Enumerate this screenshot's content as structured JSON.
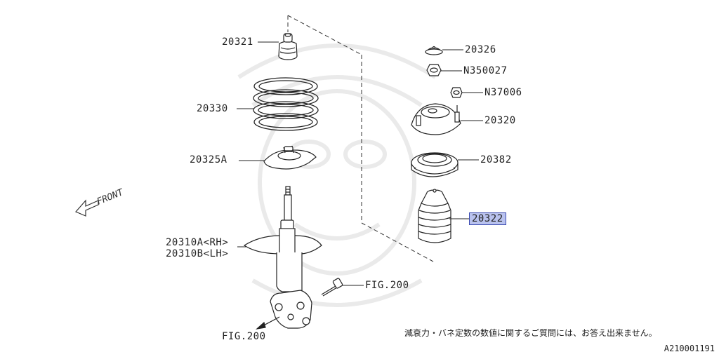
{
  "labels": {
    "p20321": "20321",
    "p20330": "20330",
    "p20325a": "20325A",
    "p20310a": "20310A<RH>",
    "p20310b": "20310B<LH>",
    "fig200_bolt": "FIG.200",
    "fig200_bottom": "FIG.200",
    "p20326": "20326",
    "pn350027": "N350027",
    "pn37006": "N37006",
    "p20320": "20320",
    "p20382": "20382",
    "p20322": "20322",
    "front": "FRONT"
  },
  "highlight": {
    "part": "20322",
    "fill": "#b9c2ee",
    "border": "#3a4ab0"
  },
  "note": "減衰力・バネ定数の数値に関するご質問には、お答え出来ません。",
  "diagram_code": "A210001191"
}
